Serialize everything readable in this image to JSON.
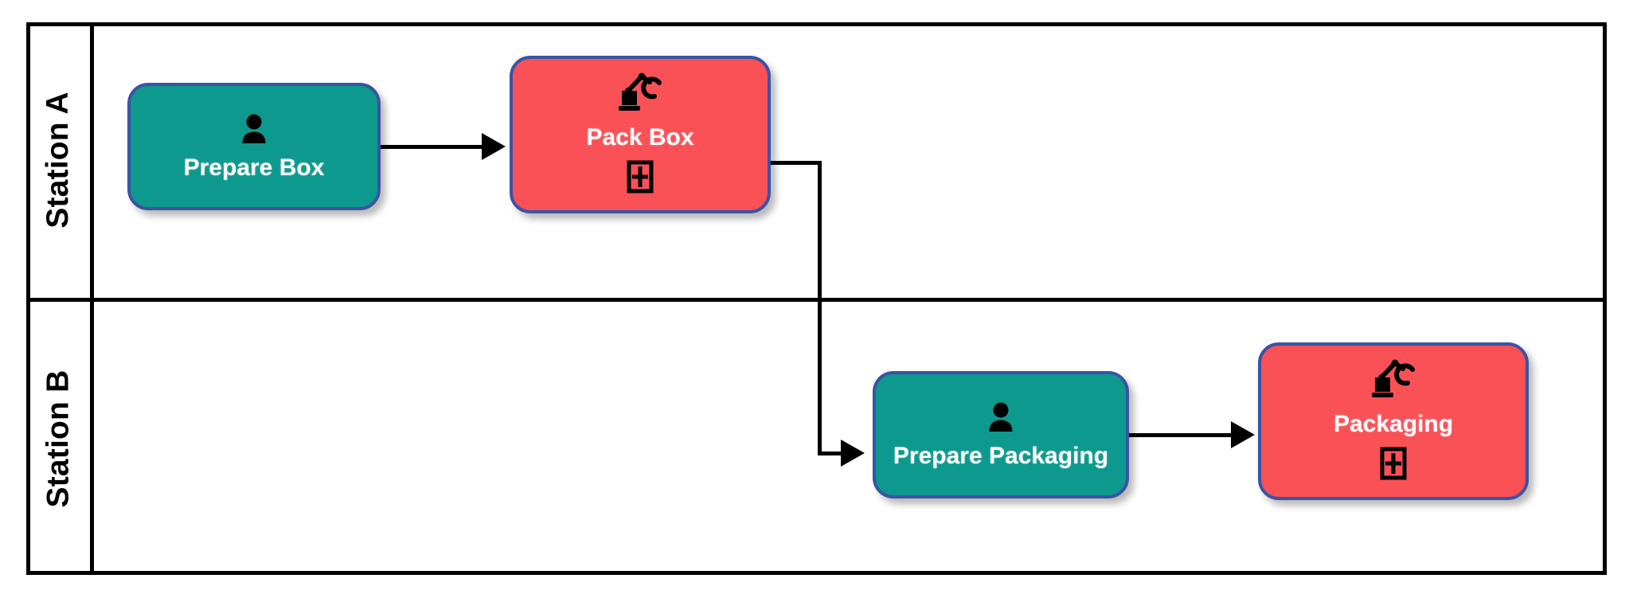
{
  "diagram": {
    "type": "swimlane-process-flow",
    "colors": {
      "lane_border": "#000000",
      "node_border": "#3a53a4",
      "manual_task_fill": "#0d998d",
      "automated_task_fill": "#fa5157",
      "node_label_text": "#ffffff",
      "connector": "#000000",
      "background": "#ffffff"
    },
    "lanes": [
      {
        "id": "lane-a",
        "label": "Station A"
      },
      {
        "id": "lane-b",
        "label": "Station B"
      }
    ],
    "nodes": [
      {
        "id": "prepare-box",
        "label": "Prepare Box",
        "lane": "Station A",
        "fill": "#0d998d",
        "icons_top": [
          "person-icon"
        ],
        "icons_bottom": []
      },
      {
        "id": "pack-box",
        "label": "Pack Box",
        "lane": "Station A",
        "fill": "#fa5157",
        "icons_top": [
          "robot-arm-icon"
        ],
        "icons_bottom": [
          "box-plus-icon"
        ]
      },
      {
        "id": "prepare-packaging",
        "label": "Prepare Packaging",
        "lane": "Station B",
        "fill": "#0d998d",
        "icons_top": [
          "person-icon"
        ],
        "icons_bottom": []
      },
      {
        "id": "packaging",
        "label": "Packaging",
        "lane": "Station B",
        "fill": "#fa5157",
        "icons_top": [
          "robot-arm-icon"
        ],
        "icons_bottom": [
          "box-plus-icon"
        ]
      }
    ],
    "connectors": [
      {
        "id": "c1",
        "from": "prepare-box",
        "to": "pack-box",
        "style": "straight-arrow"
      },
      {
        "id": "c2",
        "from": "pack-box",
        "to": "prepare-packaging",
        "style": "elbow-arrow"
      },
      {
        "id": "c3",
        "from": "prepare-packaging",
        "to": "packaging",
        "style": "straight-arrow"
      }
    ]
  }
}
